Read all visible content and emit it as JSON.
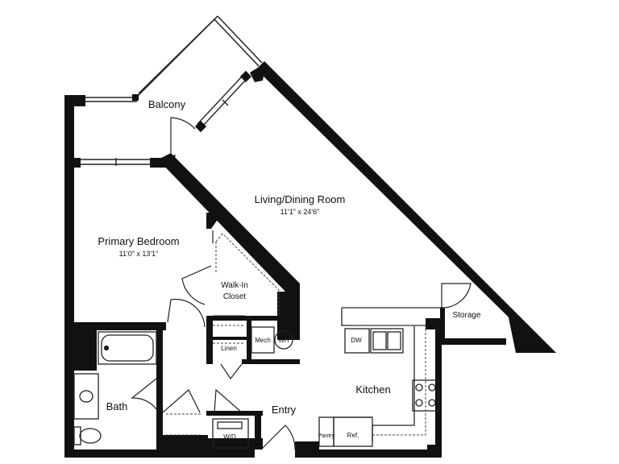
{
  "rooms": {
    "balcony": {
      "name": "Balcony"
    },
    "living": {
      "name": "Living/Dining Room",
      "dims": "11'1\" x 24'6\""
    },
    "bedroom": {
      "name": "Primary Bedroom",
      "dims": "11'0\" x 13'1\""
    },
    "closet": {
      "name_line1": "Walk-In",
      "name_line2": "Closet"
    },
    "storage": {
      "name": "Storage"
    },
    "kitchen": {
      "name": "Kitchen"
    },
    "bath": {
      "name": "Bath"
    },
    "entry": {
      "name": "Entry"
    }
  },
  "fixtures": {
    "dishwasher": "DW",
    "mech": "Mech",
    "water_heater": "WH",
    "linen": "Linen",
    "washer_dryer": "W/D",
    "pantry": "Pantry",
    "refrigerator": "Ref."
  }
}
